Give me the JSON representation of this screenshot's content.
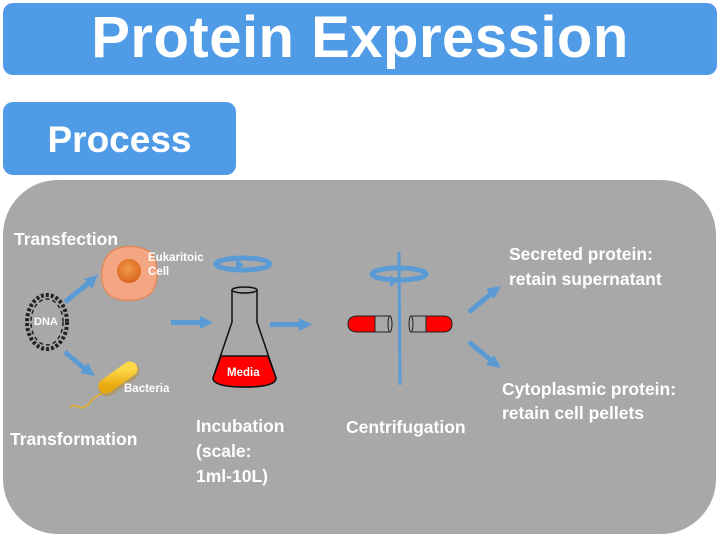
{
  "header": {
    "title": "Protein Expression"
  },
  "section": {
    "label": "Process"
  },
  "diagram": {
    "colors": {
      "header_blue": "#4f9be6",
      "panel_gray": "#a8a8a8",
      "arrow_blue": "#5b9bd5",
      "media_red": "#ff0000",
      "cell_orange": "#f4a582",
      "nucleus_orange": "#e8782a",
      "bacteria_yellow": "#f5c518"
    },
    "labels": {
      "transfection": "Transfection",
      "transformation": "Transformation",
      "dna": "DNA",
      "eukaryotic_cell_line1": "Eukaritoic",
      "eukaryotic_cell_line2": "Cell",
      "bacteria": "Bacteria",
      "media": "Media",
      "incubation_line1": "Incubation",
      "incubation_line2": "(scale:",
      "incubation_line3": "1ml-10L)",
      "centrifugation": "Centrifugation",
      "secreted_line1": "Secreted protein:",
      "secreted_line2": "retain supernatant",
      "cytoplasmic_line1": "Cytoplasmic protein:",
      "cytoplasmic_line2": "retain cell pellets"
    }
  }
}
